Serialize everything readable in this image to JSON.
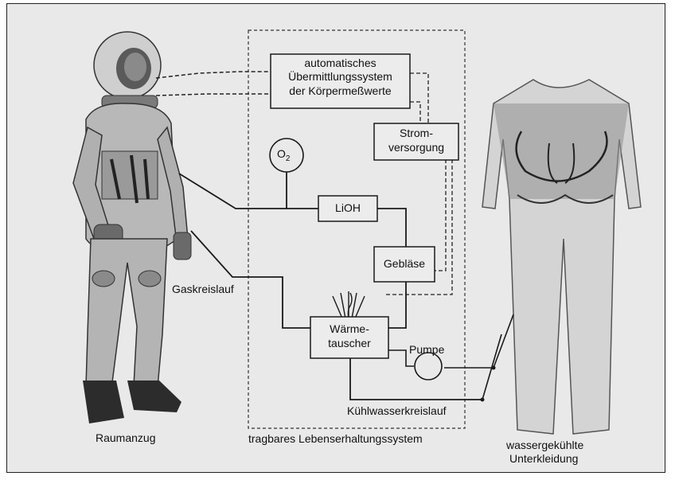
{
  "labels": {
    "spacesuit": "Raumanzug",
    "portable_system": "tragbares Lebenserhaltungssystem",
    "water_cooled_1": "wassergekühlte",
    "water_cooled_2": "Unterkleidung",
    "gas_loop": "Gaskreislauf",
    "cooling_loop": "Kühlwasserkreislauf",
    "pump": "Pumpe"
  },
  "boxes": {
    "telemetry_1": "automatisches",
    "telemetry_2": "Übermittlungssystem",
    "telemetry_3": "der Körpermeßwerte",
    "power_1": "Strom-",
    "power_2": "versorgung",
    "lioh": "LiOH",
    "blower": "Gebläse",
    "heat_exchanger_1": "Wärme-",
    "heat_exchanger_2": "tauscher"
  },
  "symbols": {
    "oxygen": "O",
    "oxygen_sub": "2"
  },
  "colors": {
    "background": "#e9e9e9",
    "line": "#1a1a1a",
    "suit": "#b8b8b8",
    "undergarment": "#d4d4d4"
  }
}
